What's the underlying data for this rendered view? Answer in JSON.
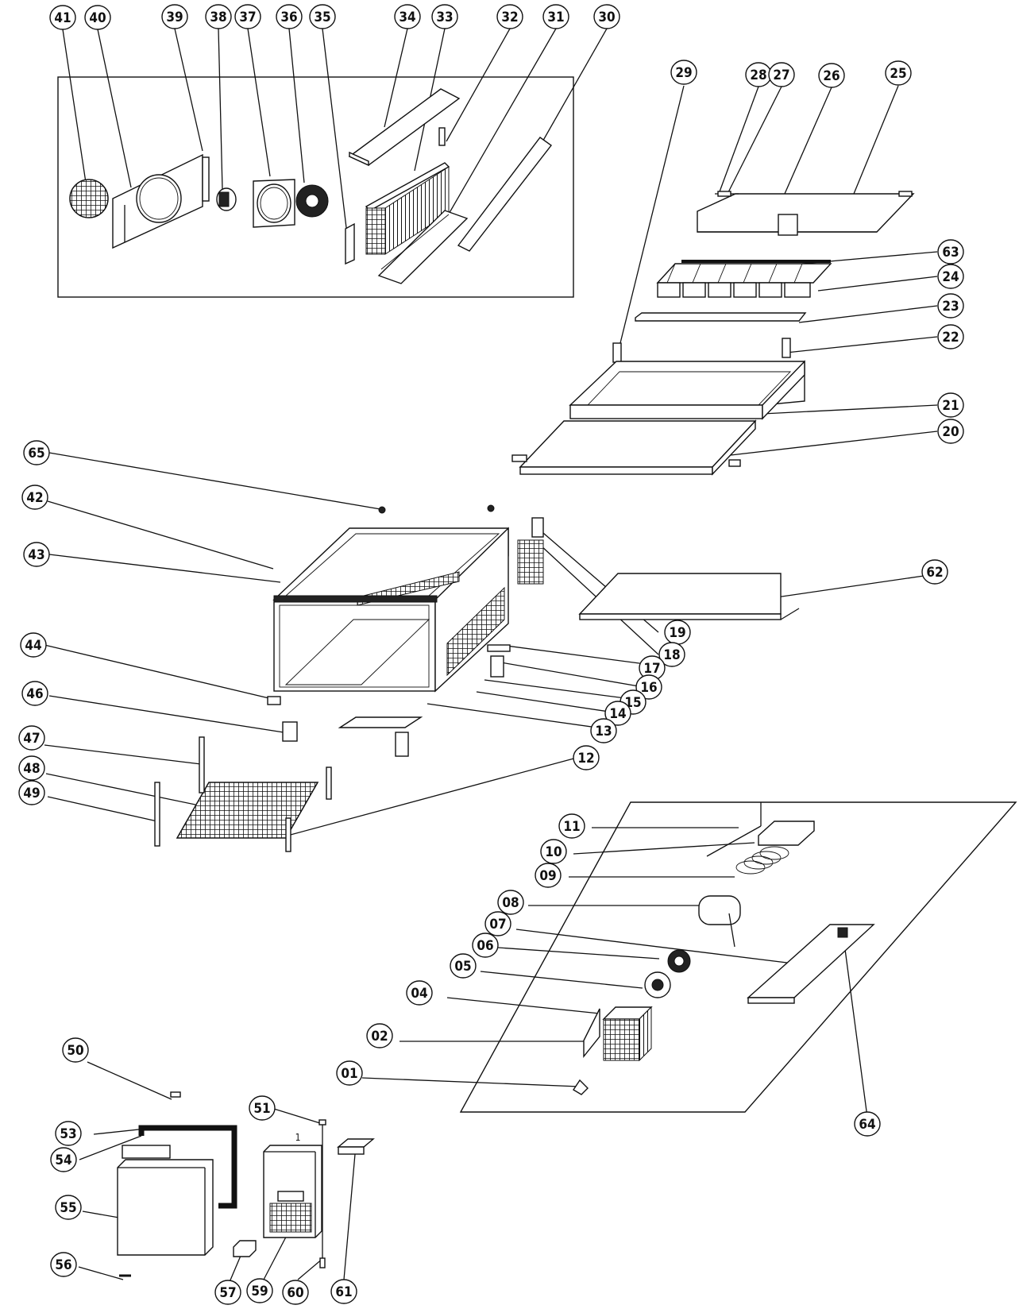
{
  "callouts": [
    {
      "id": "41",
      "label": "41"
    },
    {
      "id": "40",
      "label": "40"
    },
    {
      "id": "39",
      "label": "39"
    },
    {
      "id": "38",
      "label": "38"
    },
    {
      "id": "37",
      "label": "37"
    },
    {
      "id": "36",
      "label": "36"
    },
    {
      "id": "35",
      "label": "35"
    },
    {
      "id": "34",
      "label": "34"
    },
    {
      "id": "33",
      "label": "33"
    },
    {
      "id": "32",
      "label": "32"
    },
    {
      "id": "31",
      "label": "31"
    },
    {
      "id": "30",
      "label": "30"
    },
    {
      "id": "29",
      "label": "29"
    },
    {
      "id": "28",
      "label": "28"
    },
    {
      "id": "27",
      "label": "27"
    },
    {
      "id": "26",
      "label": "26"
    },
    {
      "id": "25",
      "label": "25"
    },
    {
      "id": "63",
      "label": "63"
    },
    {
      "id": "24",
      "label": "24"
    },
    {
      "id": "23",
      "label": "23"
    },
    {
      "id": "22",
      "label": "22"
    },
    {
      "id": "21",
      "label": "21"
    },
    {
      "id": "20",
      "label": "20"
    },
    {
      "id": "65",
      "label": "65"
    },
    {
      "id": "42",
      "label": "42"
    },
    {
      "id": "43",
      "label": "43"
    },
    {
      "id": "62",
      "label": "62"
    },
    {
      "id": "19",
      "label": "19"
    },
    {
      "id": "18",
      "label": "18"
    },
    {
      "id": "17",
      "label": "17"
    },
    {
      "id": "16",
      "label": "16"
    },
    {
      "id": "15",
      "label": "15"
    },
    {
      "id": "14",
      "label": "14"
    },
    {
      "id": "13",
      "label": "13"
    },
    {
      "id": "44",
      "label": "44"
    },
    {
      "id": "46",
      "label": "46"
    },
    {
      "id": "47",
      "label": "47"
    },
    {
      "id": "48",
      "label": "48"
    },
    {
      "id": "49",
      "label": "49"
    },
    {
      "id": "12",
      "label": "12"
    },
    {
      "id": "11",
      "label": "11"
    },
    {
      "id": "10",
      "label": "10"
    },
    {
      "id": "09",
      "label": "09"
    },
    {
      "id": "08",
      "label": "08"
    },
    {
      "id": "07",
      "label": "07"
    },
    {
      "id": "06",
      "label": "06"
    },
    {
      "id": "05",
      "label": "05"
    },
    {
      "id": "04",
      "label": "04"
    },
    {
      "id": "02",
      "label": "02"
    },
    {
      "id": "01",
      "label": "01"
    },
    {
      "id": "64",
      "label": "64"
    },
    {
      "id": "50",
      "label": "50"
    },
    {
      "id": "51",
      "label": "51"
    },
    {
      "id": "53",
      "label": "53"
    },
    {
      "id": "54",
      "label": "54"
    },
    {
      "id": "55",
      "label": "55"
    },
    {
      "id": "56",
      "label": "56"
    },
    {
      "id": "57",
      "label": "57"
    },
    {
      "id": "59",
      "label": "59"
    },
    {
      "id": "60",
      "label": "60"
    },
    {
      "id": "61",
      "label": "61"
    }
  ],
  "door_label": "1"
}
